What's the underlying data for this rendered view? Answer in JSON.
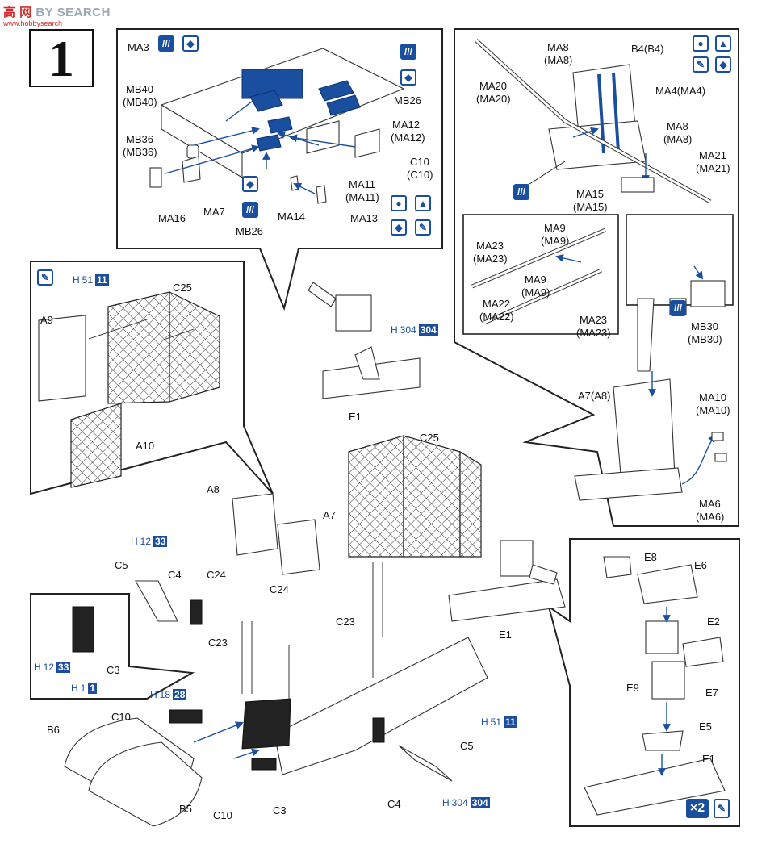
{
  "watermark": {
    "site": "BY SEARCH",
    "logo_chars": "高 网",
    "sub": "www.hobbysearch"
  },
  "step": "1",
  "top_center": {
    "labels": [
      "MA3",
      "MB40",
      "(MB40)",
      "MB36",
      "(MB36)",
      "MA16",
      "MA7",
      "MB26",
      "MA14",
      "MA13",
      "MB26",
      "MA12",
      "(MA12)",
      "C10",
      "(C10)",
      "MA11",
      "(MA11)"
    ]
  },
  "top_right": {
    "labels": [
      "MA8",
      "(MA8)",
      "B4(B4)",
      "MA20",
      "(MA20)",
      "MA4(MA4)",
      "MA8",
      "(MA8)",
      "MA21",
      "(MA21)",
      "MA15",
      "(MA15)"
    ]
  },
  "belts": {
    "labels": [
      "MA9",
      "(MA9)",
      "MA23",
      "(MA23)",
      "MA9",
      "(MA9)",
      "MA22",
      "(MA22)"
    ]
  },
  "mb30": {
    "labels": [
      "MB30",
      "(MB30)"
    ]
  },
  "right_mid": {
    "labels": [
      "MA23",
      "(MA23)",
      "A7(A8)",
      "MA10",
      "(MA10)",
      "MA6",
      "(MA6)"
    ]
  },
  "left_callout": {
    "labels": [
      "A9",
      "C25",
      "A10"
    ],
    "code": {
      "h": "H",
      "a": "51",
      "b": "11"
    }
  },
  "center": {
    "labels": [
      "E1",
      "C25",
      "A8",
      "A7",
      "C5",
      "C4",
      "C24",
      "C24",
      "C23",
      "C23",
      "E1"
    ],
    "code_e1": {
      "h": "H",
      "a": "304",
      "b": "304"
    },
    "code_c5": {
      "h": "H",
      "a": "12",
      "b": "33"
    }
  },
  "small_left": {
    "labels": [
      "C3"
    ],
    "code1": {
      "h": "H",
      "a": "12",
      "b": "33"
    },
    "code2": {
      "h": "H",
      "a": "1",
      "b": "1"
    }
  },
  "bottom": {
    "labels": [
      "B6",
      "C10",
      "B5",
      "C10",
      "C3",
      "C4",
      "C5"
    ],
    "code_h18": {
      "h": "H",
      "a": "18",
      "b": "28"
    },
    "code_h51": {
      "h": "H",
      "a": "51",
      "b": "11"
    },
    "code_h304": {
      "h": "H",
      "a": "304",
      "b": "304"
    }
  },
  "right_bottom": {
    "labels": [
      "E8",
      "E6",
      "E2",
      "E9",
      "E7",
      "E5",
      "E1"
    ],
    "multiplier": "2"
  },
  "colors": {
    "accent": "#1a4fa0",
    "line": "#222222"
  }
}
